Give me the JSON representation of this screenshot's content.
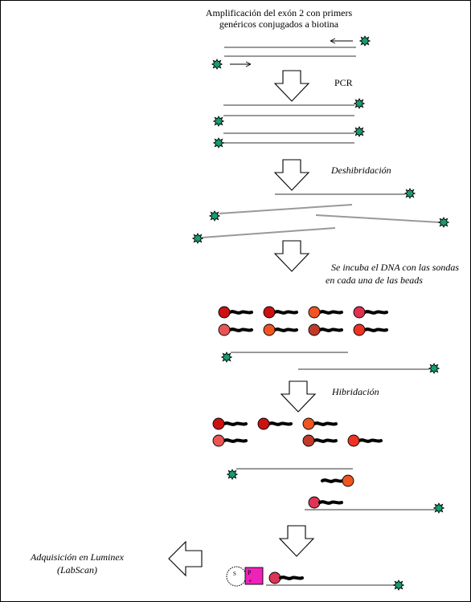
{
  "title": {
    "line1": "Amplificación del exón 2 con primers",
    "line2": "genéricos conjugados a biotina"
  },
  "steps": {
    "pcr": "PCR",
    "deshibridacion": "Deshibridación",
    "incuba_line1": "Se incuba el DNA con las sondas",
    "incuba_line2": "en cada una de las beads",
    "hibridacion": "Hibridación"
  },
  "acquisition": {
    "line1": "Adquisición en Luminex",
    "line2": "(LabScan)"
  },
  "complex": {
    "streptavidin_letter": "S",
    "pe_letter": "P",
    "pe_sub": "e"
  },
  "colors": {
    "strand": "#999999",
    "biotin": "#1a9a74",
    "probe": "#000000",
    "bead_reds": [
      "#cc1111",
      "#e95555",
      "#ee5522",
      "#e03050",
      "#c03a2a",
      "#ee3322",
      "#dd3355"
    ],
    "pe_box": "#ee22bb",
    "arrow_outline": "#000000"
  }
}
